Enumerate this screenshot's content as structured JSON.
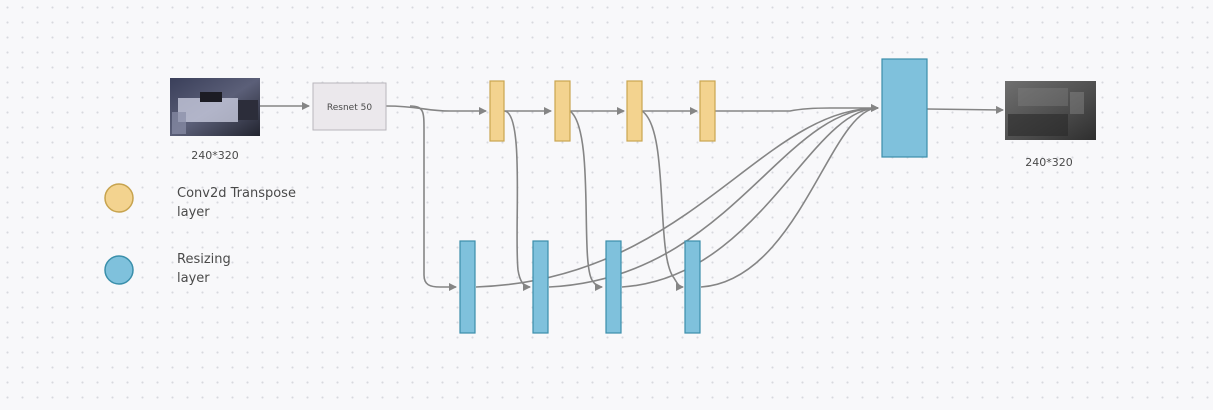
{
  "diagram": {
    "input_size": "240*320",
    "backbone": "Resnet 50",
    "output_size": "240*320"
  },
  "legend": {
    "items": [
      {
        "lines": [
          "Conv2d Transpose",
          "layer"
        ],
        "color": "#f3d38f",
        "border": "#c7a34e"
      },
      {
        "lines": [
          "Resizing",
          "layer"
        ],
        "color": "#7fc1dc",
        "border": "#3a8fab"
      }
    ]
  },
  "colors": {
    "conv": "#f3d38f",
    "conv_border": "#c9a650",
    "resize": "#7fc1dc",
    "resize_border": "#3b8eab",
    "edge": "#858585",
    "backbone_fill": "#ebe8ec",
    "backbone_border": "#b9b6bc"
  }
}
